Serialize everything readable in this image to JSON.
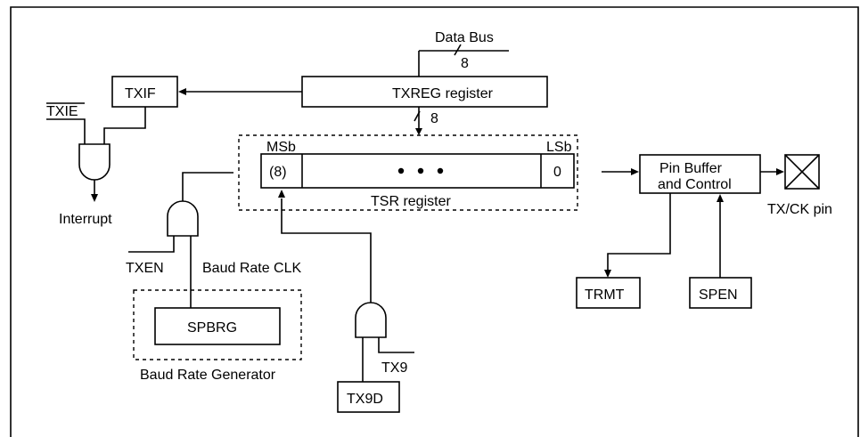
{
  "labels": {
    "data_bus": "Data Bus",
    "bus_width_top": "8",
    "bus_width_mid": "8",
    "txreg": "TXREG register",
    "txif": "TXIF",
    "txie": "TXIE",
    "interrupt": "Interrupt",
    "msb": "MSb",
    "lsb": "LSb",
    "tsr_msb_cell": "(8)",
    "tsr_lsb_cell": "0",
    "tsr": "TSR register",
    "pin_buffer_line1": "Pin Buffer",
    "pin_buffer_line2": "and Control",
    "txck_pin": "TX/CK pin",
    "txen": "TXEN",
    "baud_clk": "Baud Rate CLK",
    "spbrg": "SPBRG",
    "baud_gen": "Baud Rate Generator",
    "trmt": "TRMT",
    "spen": "SPEN",
    "tx9": "TX9",
    "tx9d": "TX9D"
  }
}
